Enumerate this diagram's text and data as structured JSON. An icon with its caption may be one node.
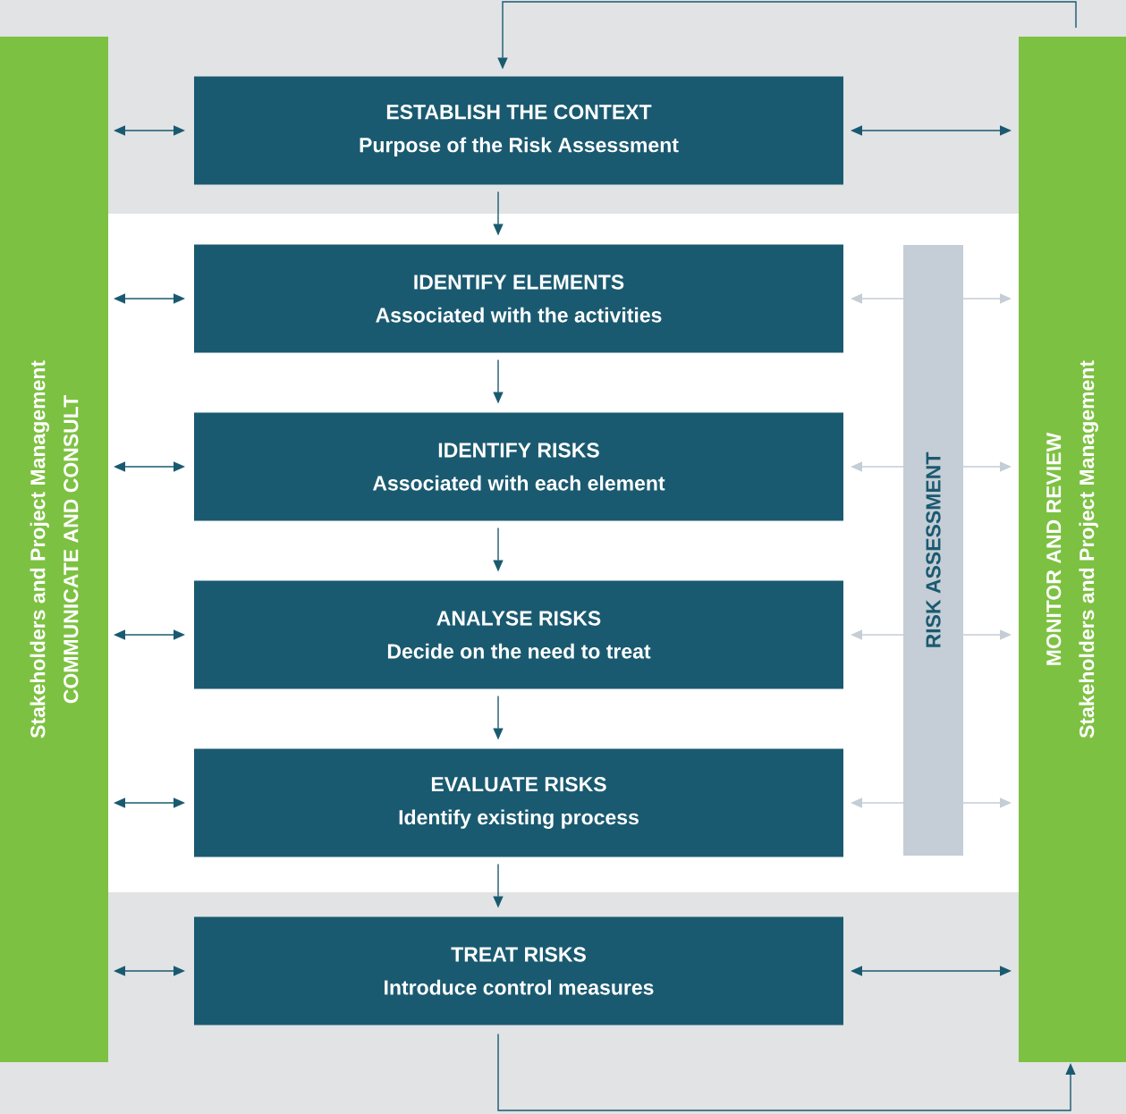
{
  "diagram": {
    "nodes": [
      {
        "text": [
          "Stakeholders and Project Management",
          "COMMUNICATE AND CONSULT"
        ]
      },
      {
        "text": [
          "ESTABLISH THE CONTEXT",
          "Purpose of the Risk Assessment"
        ]
      },
      {
        "text": [
          "IDENTIFY ELEMENTS",
          "Associated with the activities"
        ]
      },
      {
        "text": [
          "IDENTIFY RISKS",
          "Associated with each element"
        ]
      },
      {
        "text": [
          "ANALYSE RISKS",
          "Decide on the need to treat"
        ]
      },
      {
        "text": [
          "EVALUATE RISKS",
          "Identify existing process"
        ]
      },
      {
        "text": [
          "TREAT RISKS",
          "Introduce control measures"
        ]
      },
      {
        "text": [
          "RISK ASSESSMENT"
        ]
      },
      {
        "text": [
          "MONITOR AND REVIEW",
          "Stakeholders and Project Management"
        ]
      }
    ],
    "edges": [
      {
        "from": 0,
        "to": 1,
        "arrow": "both"
      },
      {
        "from": 0,
        "to": 2,
        "arrow": "both"
      },
      {
        "from": 0,
        "to": 3,
        "arrow": "both"
      },
      {
        "from": 0,
        "to": 4,
        "arrow": "both"
      },
      {
        "from": 0,
        "to": 5,
        "arrow": "both"
      },
      {
        "from": 0,
        "to": 6,
        "arrow": "both"
      },
      {
        "from": 1,
        "to": 2,
        "arrow": "to"
      },
      {
        "from": 2,
        "to": 3,
        "arrow": "to"
      },
      {
        "from": 3,
        "to": 4,
        "arrow": "to"
      },
      {
        "from": 4,
        "to": 5,
        "arrow": "to"
      },
      {
        "from": 5,
        "to": 6,
        "arrow": "to"
      },
      {
        "from": 1,
        "to": 8,
        "arrow": "both"
      },
      {
        "from": 6,
        "to": 8,
        "arrow": "both"
      },
      {
        "from": 7,
        "to": 2,
        "arrow": "to",
        "color": "#c5cdd6"
      },
      {
        "from": 7,
        "to": 3,
        "arrow": "to",
        "color": "#c5cdd6"
      },
      {
        "from": 7,
        "to": 4,
        "arrow": "to",
        "color": "#c5cdd6"
      },
      {
        "from": 7,
        "to": 5,
        "arrow": "to",
        "color": "#c5cdd6"
      },
      {
        "from": 7,
        "to": 8,
        "arrow": "to",
        "color": "#c5cdd6"
      },
      {
        "from": 7,
        "to": 8,
        "arrow": "to",
        "color": "#c5cdd6"
      },
      {
        "from": 7,
        "to": 8,
        "arrow": "to",
        "color": "#c5cdd6"
      },
      {
        "from": 7,
        "to": 8,
        "arrow": "to",
        "color": "#c5cdd6"
      },
      {
        "from": 6,
        "to": 8,
        "arrow": "to"
      },
      {
        "from": 8,
        "to": 1,
        "arrow": "to"
      }
    ]
  }
}
